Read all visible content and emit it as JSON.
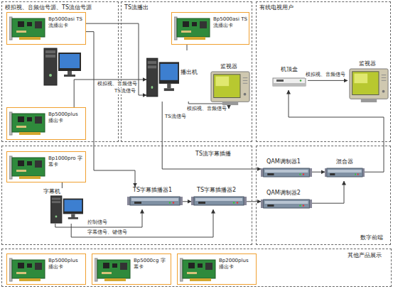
{
  "diagram": {
    "nodes": [
      {
        "text": [
          "模拟视、音频信号源、TS流信号源"
        ]
      },
      {
        "text": [
          "Bp5000asi TS流播出卡"
        ],
        "in": 0
      },
      {
        "text": [
          "Bp5000plus 播出卡"
        ],
        "in": 0
      },
      {
        "text": [
          "TS流播出"
        ]
      },
      {
        "text": [
          "Bp5000asi TS流播出卡"
        ],
        "in": 3
      },
      {
        "text": [
          "播出机"
        ],
        "in": 3
      },
      {
        "text": [
          "监视器"
        ],
        "in": 3
      },
      {
        "text": [
          "有线电视用户"
        ]
      },
      {
        "text": [
          "机顶盒"
        ],
        "in": 7
      },
      {
        "text": [
          "监视器"
        ],
        "in": 7
      },
      {
        "text": [
          "TS流字幕插播"
        ]
      },
      {
        "text": [
          "Bp1000pro 字幕卡"
        ],
        "in": 10
      },
      {
        "text": [
          "字幕机"
        ],
        "in": 10
      },
      {
        "text": [
          "TS字幕插播器1"
        ],
        "in": 10
      },
      {
        "text": [
          "TS字幕插播器2"
        ],
        "in": 10
      },
      {
        "text": [
          "数字前端"
        ]
      },
      {
        "text": [
          "QAM调制器1"
        ],
        "in": 15
      },
      {
        "text": [
          "混合器"
        ],
        "in": 15
      },
      {
        "text": [
          "QAM调制器2"
        ],
        "in": 15
      },
      {
        "text": [
          "其他产品展示"
        ]
      },
      {
        "text": [
          "Bp5000plus 播出卡"
        ],
        "in": 19
      },
      {
        "text": [
          "Bp5000cg 字幕卡"
        ],
        "in": 19
      },
      {
        "text": [
          "Bp2000plus 播出卡"
        ],
        "in": 19
      }
    ],
    "edges": [
      {
        "from": 1,
        "to": 5,
        "arrow": "to",
        "label": "TS流信号"
      },
      {
        "from": 2,
        "to": 5,
        "arrow": "to",
        "label": "模拟视、音频信号"
      },
      {
        "from": 1,
        "to": 13,
        "arrow": "to"
      },
      {
        "from": 4,
        "to": 5,
        "arrow": "none"
      },
      {
        "from": 5,
        "to": 6,
        "arrow": "to",
        "label": "模拟视、音频信号"
      },
      {
        "from": 5,
        "to": 16,
        "arrow": "to",
        "label": "TS流信号"
      },
      {
        "from": 11,
        "to": 12,
        "arrow": "none"
      },
      {
        "from": 12,
        "to": 13,
        "arrow": "to",
        "label": "控制信号"
      },
      {
        "from": 12,
        "to": 14,
        "arrow": "to",
        "label": "字幕信号、键信号"
      },
      {
        "from": 13,
        "to": 14,
        "arrow": "to"
      },
      {
        "from": 14,
        "to": 18,
        "arrow": "to"
      },
      {
        "from": 16,
        "to": 17,
        "arrow": "to"
      },
      {
        "from": 18,
        "to": 17,
        "arrow": "to"
      },
      {
        "from": 17,
        "to": 8,
        "arrow": "to"
      },
      {
        "from": 8,
        "to": 9,
        "arrow": "to",
        "label": "模拟视、音频信号"
      }
    ]
  }
}
